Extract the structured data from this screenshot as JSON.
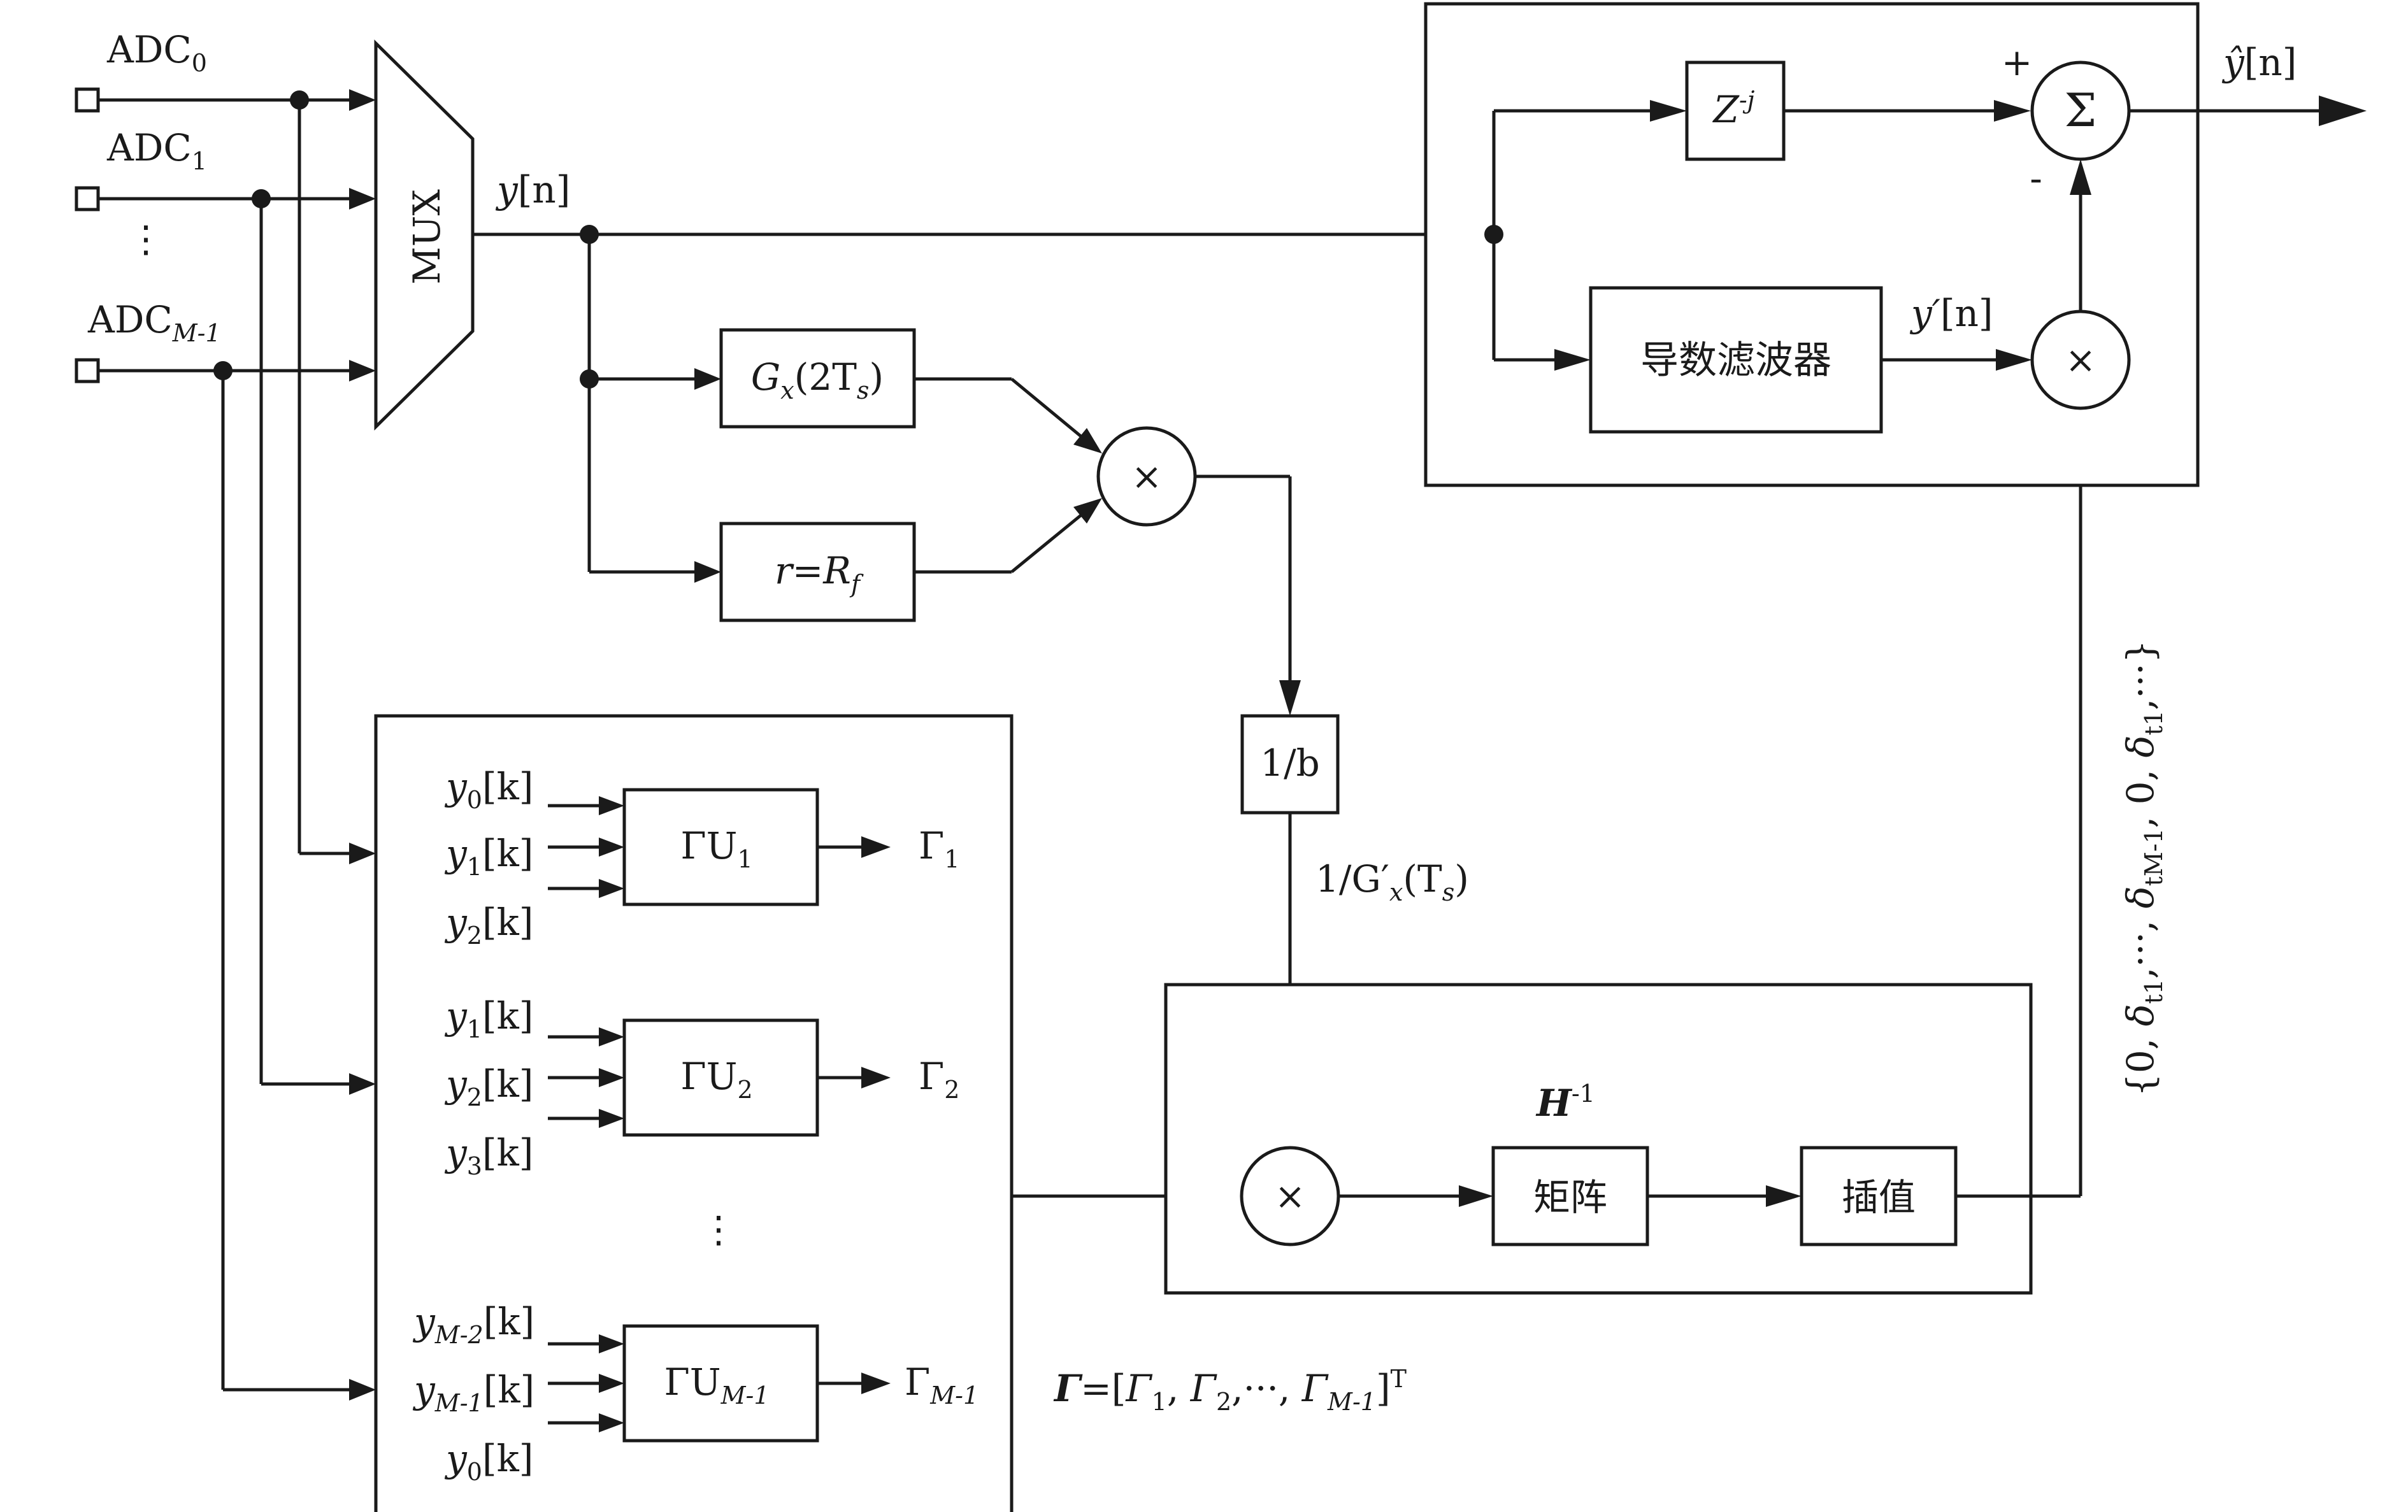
{
  "inputs": {
    "adc0": {
      "base": "ADC",
      "sub": "0"
    },
    "adc1": {
      "base": "ADC",
      "sub": "1"
    },
    "adc_dots": "⋮",
    "adcm": {
      "base": "ADC",
      "sub": "M-1"
    }
  },
  "mux": {
    "label": "MUX"
  },
  "signal_yn": {
    "base": "y",
    "rest": "[n]"
  },
  "gx_block": {
    "base": "G",
    "sub": "x",
    "rest": "(2T",
    "sub2": "s",
    "close": ")"
  },
  "r_block": {
    "base": "r",
    "eq": "=",
    "r2": "R",
    "sub": "f"
  },
  "mult_symbol": "×",
  "one_over_b": "1/b",
  "inv_gx_label": {
    "pre": "1/G′",
    "sub": "x",
    "rest": "(T",
    "sub2": "s",
    "close": ")"
  },
  "gamma_units": [
    {
      "inputs": [
        {
          "base": "y",
          "sub": "0",
          "rest": "[k]"
        },
        {
          "base": "y",
          "sub": "1",
          "rest": "[k]"
        },
        {
          "base": "y",
          "sub": "2",
          "rest": "[k]"
        }
      ],
      "unit": {
        "base": "ΓU",
        "sub": "1"
      },
      "output": {
        "base": "Γ",
        "sub": "1"
      }
    },
    {
      "inputs": [
        {
          "base": "y",
          "sub": "1",
          "rest": "[k]"
        },
        {
          "base": "y",
          "sub": "2",
          "rest": "[k]"
        },
        {
          "base": "y",
          "sub": "3",
          "rest": "[k]"
        }
      ],
      "unit": {
        "base": "ΓU",
        "sub": "2"
      },
      "output": {
        "base": "Γ",
        "sub": "2"
      }
    },
    {
      "inputs": [
        {
          "base": "y",
          "sub": "M-2",
          "rest": "[k]"
        },
        {
          "base": "y",
          "sub": "M-1",
          "rest": "[k]"
        },
        {
          "base": "y",
          "sub": "0",
          "rest": "[k]"
        }
      ],
      "unit": {
        "base": "ΓU",
        "sub": "M-1"
      },
      "output": {
        "base": "Γ",
        "sub": "M-1"
      }
    }
  ],
  "gamma_dots": "⋮",
  "gamma_vector": {
    "lhs": "Γ",
    "eq": "=[",
    "g1": "Γ",
    "s1": "1",
    "sep1": ", ",
    "g2": "Γ",
    "s2": "2",
    "sep2": ",···, ",
    "g3": "Γ",
    "s3": "M-1",
    "close": "]",
    "sup": "T"
  },
  "h_inverse": {
    "base": "H",
    "sup": "-1"
  },
  "matrix_block": "矩阵",
  "interp_block": "插值",
  "delay_block": {
    "base": "Z",
    "sup": "-j"
  },
  "sum_symbol": "Σ",
  "sum_plus": "+",
  "sum_minus": "-",
  "deriv_filter": "导数滤波器",
  "yprime": {
    "base": "y′",
    "rest": "[n]"
  },
  "yhat": {
    "base": "ŷ",
    "rest": "[n]"
  },
  "delta_sequence": {
    "open": "{0, ",
    "d1": "δ",
    "s1": "t1",
    "a": ",···, ",
    "d2": "δ",
    "s2": "tM-1",
    "b": ", 0, ",
    "d3": "δ",
    "s3": "t1",
    "close": ",···}"
  }
}
